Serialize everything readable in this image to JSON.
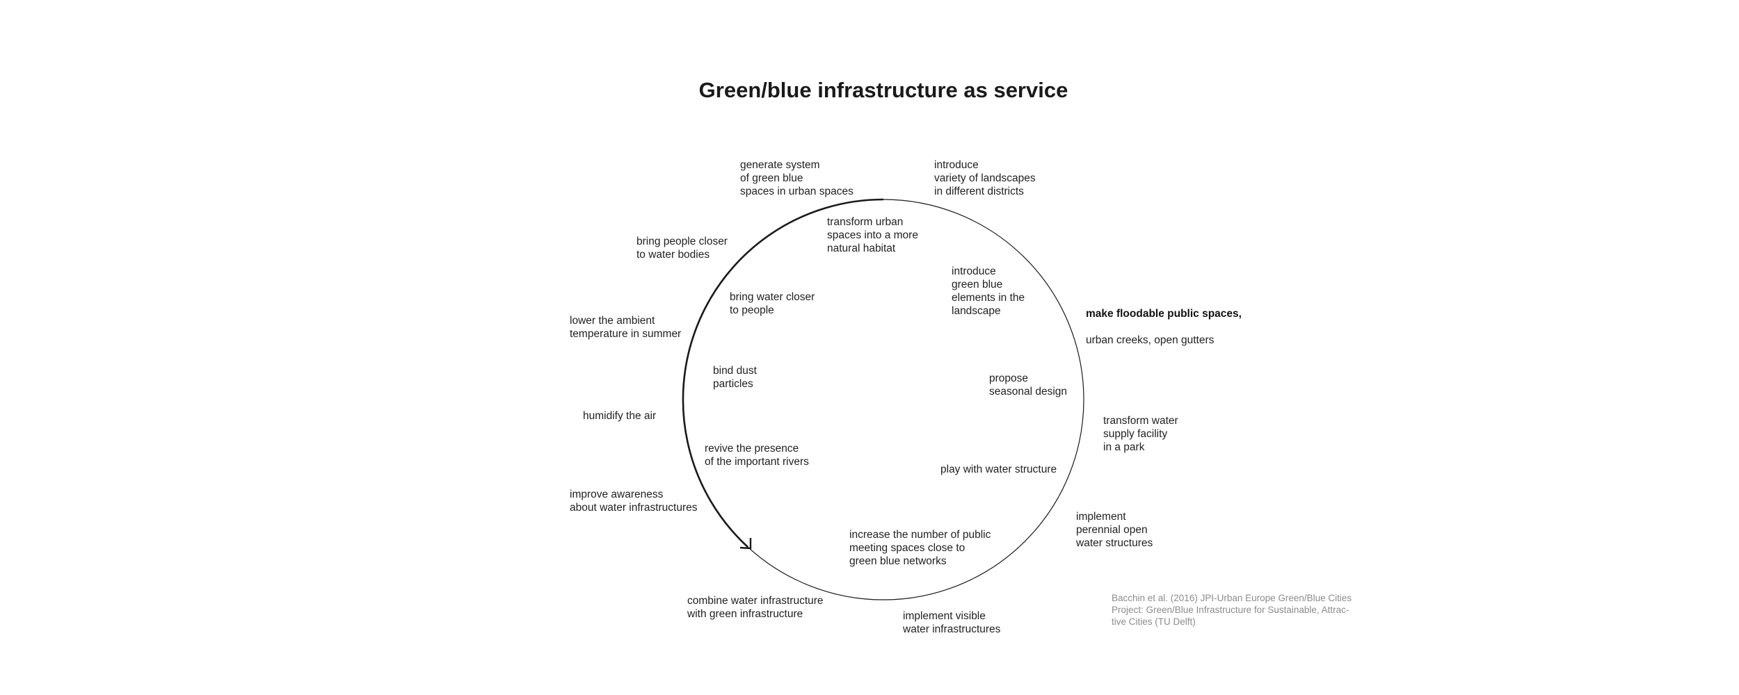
{
  "title": "Green/blue infrastructure as service",
  "labels": {
    "generate_system": "generate system\nof green blue\nspaces in urban spaces",
    "introduce_variety": "introduce\nvariety of landscapes\nin different districts",
    "transform_urban": "transform urban\nspaces into a more\nnatural habitat",
    "bring_people": "bring people closer\nto water bodies",
    "introduce_elements": "introduce\ngreen blue\nelements in the\nlandscape",
    "floodable_bold": "make floodable public spaces,",
    "floodable_rest": "urban creeks, open gutters",
    "bring_water": "bring  water closer\nto people",
    "lower_temp": "lower the ambient\ntemperature in summer",
    "bind_dust": "bind dust\nparticles",
    "propose_seasonal": "propose\nseasonal design",
    "humidify": "humidify the air",
    "transform_water": "transform water\nsupply facility\nin a park",
    "revive_rivers": "revive the presence\nof the important rivers",
    "play_water": "play with water structure",
    "improve_awareness": "improve awareness\nabout water infrastructures",
    "implement_perennial": "implement\nperennial open\nwater structures",
    "increase_meeting": "increase the number of public\nmeeting spaces close to\ngreen blue networks",
    "combine_infra": "combine water infrastructure\nwith green infrastructure",
    "implement_visible": "implement visible\nwater infrastructures"
  },
  "credit": "Bacchin et al. (2016) JPI-Urban Europe Green/Blue Cities\nProject: Green/Blue Infrastructure for Sustainable, Attrac-\ntive Cities (TU Delft)",
  "colors": {
    "text": "#222222",
    "line": "#1a1a1a",
    "credit": "#8c8c8c"
  },
  "icons": {
    "arrowhead": "clockwise-arrowhead-icon"
  }
}
